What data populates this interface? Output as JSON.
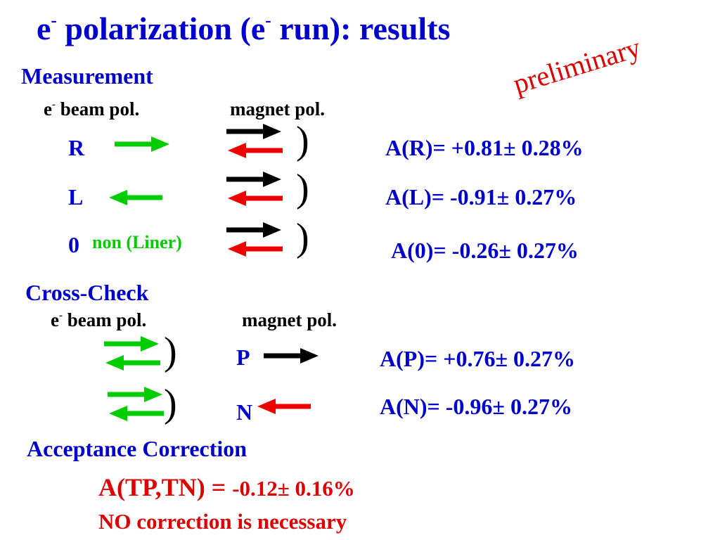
{
  "title": {
    "prefix": "e",
    "sup1": "-",
    "middle": " polarization (e",
    "sup2": "-",
    "suffix": " run): results"
  },
  "preliminary": "preliminary",
  "measurement": {
    "heading": "Measurement",
    "beam_header": {
      "prefix": "e",
      "sup": "-",
      "suffix": " beam pol."
    },
    "magnet_header": "magnet pol.",
    "paren": ")",
    "rows": [
      {
        "label": "R",
        "result": "A(R)= +0.81± 0.28%"
      },
      {
        "label": "L",
        "result": "A(L)= -0.91± 0.27%"
      },
      {
        "label": "0",
        "sublabel": "non (Liner)",
        "result": "A(0)= -0.26± 0.27%"
      }
    ]
  },
  "cross_check": {
    "heading": "Cross-Check",
    "beam_header": {
      "prefix": "e",
      "sup": "-",
      "suffix": " beam pol."
    },
    "magnet_header": "magnet pol.",
    "paren": ")",
    "rows": [
      {
        "label": "P",
        "result": "A(P)= +0.76± 0.27%"
      },
      {
        "label": "N",
        "result": "A(N)= -0.96± 0.27%"
      }
    ]
  },
  "acceptance": {
    "heading": "Acceptance Correction",
    "formula_main": "A(TP,TN) = ",
    "formula_value": "-0.12± 0.16%",
    "conclusion": "NO correction is necessary"
  },
  "colors": {
    "heading_blue": "#0000cc",
    "highlight_red": "#dd0000",
    "arrow_green": "#00cc00",
    "arrow_red": "#ee0000",
    "arrow_black": "#000000"
  },
  "icons": [
    "arrow-right-icon",
    "arrow-left-icon",
    "double-arrow-icon"
  ]
}
